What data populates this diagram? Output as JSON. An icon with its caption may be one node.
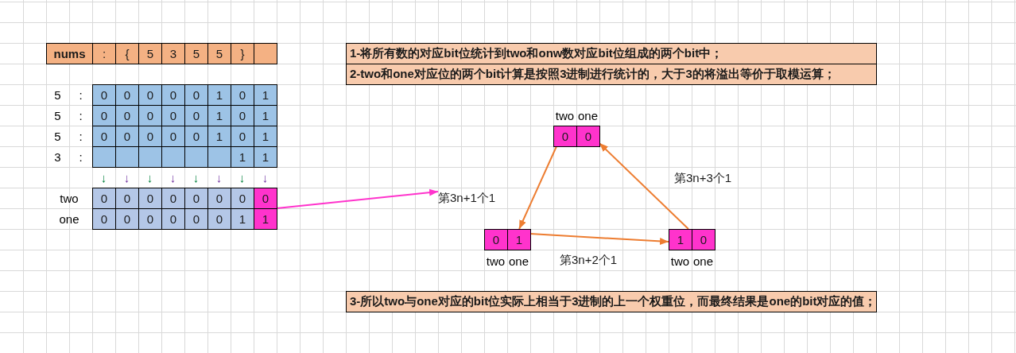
{
  "diagram": {
    "nodes": [
      {
        "text": [
          "1-将所有数的对应bit位统计到two和onw数对应bit位组成的两个bit中；"
        ]
      },
      {
        "text": [
          "2-two和one对应位的两个bit计算是按照3进制进行统计的，大于3的将溢出等价于取模运算；"
        ]
      },
      {
        "text": [
          "0",
          "1"
        ]
      },
      {
        "text": [
          "two",
          "one",
          "0",
          "0"
        ]
      },
      {
        "text": [
          "第3n+1个1"
        ]
      },
      {
        "text": [
          "0",
          "1",
          "two",
          "one"
        ]
      },
      {
        "text": [
          "1",
          "0",
          "two",
          "one"
        ]
      },
      {
        "text": [
          "3-所以two与one对应的bit位实际上相当于3进制的上一个权重位，而最终结果是one的bit对应的值；"
        ]
      }
    ],
    "edges": [
      {
        "from": 2,
        "to": 4,
        "arrow": "to",
        "color": "#ff33cc"
      },
      {
        "from": 3,
        "to": 5,
        "arrow": "to"
      },
      {
        "from": 5,
        "to": 6,
        "arrow": "to",
        "label": "第3n+2个1"
      },
      {
        "from": 6,
        "to": 3,
        "arrow": "to",
        "label": "第3n+3个1"
      }
    ],
    "labels": [
      "nums",
      ":",
      "{",
      "5",
      "3",
      "5",
      "5",
      "}",
      "5",
      ":",
      "0",
      "0",
      "0",
      "0",
      "0",
      "1",
      "0",
      "1",
      "5",
      ":",
      "0",
      "0",
      "0",
      "0",
      "0",
      "1",
      "0",
      "1",
      "5",
      ":",
      "0",
      "0",
      "0",
      "0",
      "0",
      "1",
      "0",
      "1",
      "3",
      ":",
      "1",
      "1",
      "↓",
      "↓",
      "↓",
      "↓",
      "↓",
      "↓",
      "↓",
      "↓",
      "two",
      "0",
      "0",
      "0",
      "0",
      "0",
      "0",
      "0",
      "one",
      "0",
      "0",
      "0",
      "0",
      "0",
      "0",
      "1"
    ]
  }
}
